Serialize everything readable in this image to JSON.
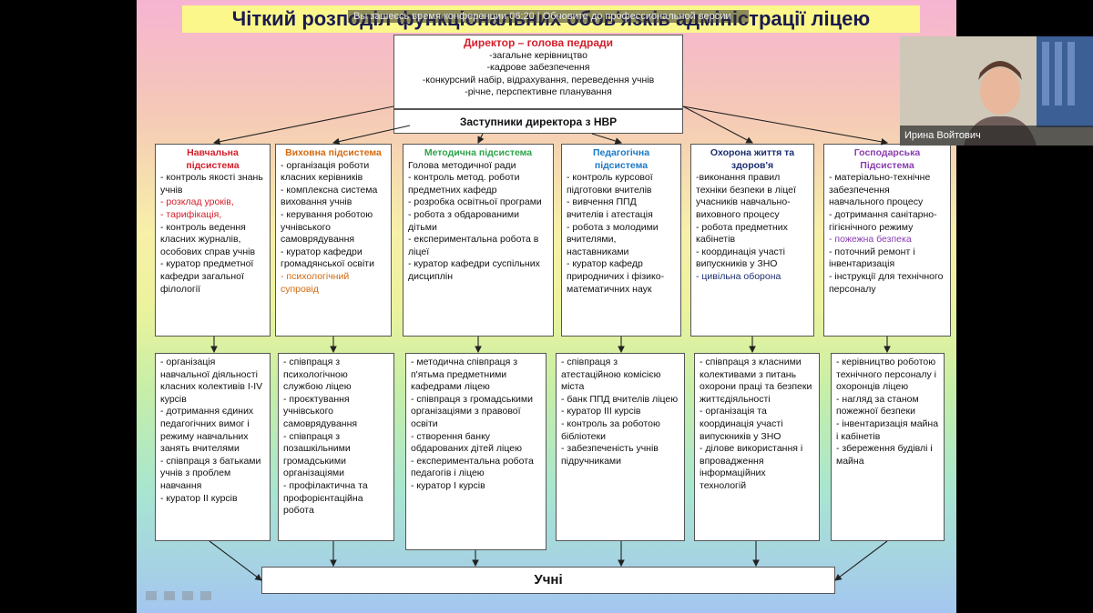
{
  "slide": {
    "title": "Чіткий розподіл функціональних обов'язків адміністрації ліцею",
    "overlay_banner": "Вы зашеєсь время конференции 06:20 | Обновите до профессиональной версии"
  },
  "director": {
    "title": "Директор – голова педради",
    "lines": [
      "-загальне керівництво",
      "-кадрове забезпечення",
      "-конкурсний набір, відрахування, переведення учнів",
      "-річне, перспективне планування"
    ]
  },
  "deputies": "Заступники директора з НВР",
  "top_boxes": [
    {
      "title": "Навчальна підсистема",
      "lines": [
        "- контроль якості знань учнів",
        "- розклад уроків,",
        "- тарифікація,",
        "- контроль ведення класних журналів, особових справ учнів",
        "- куратор предметної кафедри загальної філології"
      ]
    },
    {
      "title": "Виховна підсистема",
      "lines": [
        "- організація роботи класних керівників",
        "- комплексна система виховання учнів",
        "- керування роботою учнівського самоврядування",
        "- куратор кафедри громадянської освіти",
        "- психологічний супровід"
      ]
    },
    {
      "title": "Методична підсистема",
      "lines": [
        "Голова методичної ради",
        "- контроль метод. роботи предметних кафедр",
        "- розробка освітньої програми",
        "- робота з обдарованими дітьми",
        "- експериментальна робота в ліцеї",
        "- куратор кафедри суспільних дисциплін"
      ]
    },
    {
      "title": "Педагогічна підсистема",
      "lines": [
        "- контроль курсової підготовки вчителів",
        "- вивчення ППД вчителів і атестація",
        "- робота з молодими вчителями, наставниками",
        "- куратор кафедр природничих і фізико-математичних наук"
      ]
    },
    {
      "title": "Охорона життя та здоров'я",
      "lines": [
        "-виконання правил техніки безпеки в ліцеї учасників навчально-виховного процесу",
        "- робота предметних кабінетів",
        "- координація участі випускників у ЗНО",
        "- цивільна оборона"
      ]
    },
    {
      "title": "Господарська Підсистема",
      "lines": [
        "- матеріально-технічне забезпечення навчального процесу",
        "- дотримання санітарно-гігієнічного режиму",
        "- пожежна безпека",
        "- поточний ремонт і інвентаризація",
        "- інструкції для технічного персоналу"
      ]
    }
  ],
  "bottom_boxes": [
    {
      "lines": [
        "- організація навчальної діяльності класних колективів I-IV курсів",
        "- дотримання єдиних педагогічних вимог і режиму навчальних занять вчителями",
        "- співпраця з батьками учнів з проблем навчання",
        "- куратор II курсів"
      ]
    },
    {
      "lines": [
        "- співпраця з психологічною службою ліцею",
        "- проєктування учнівського самоврядування",
        "- співпраця з позашкільними громадськими організаціями",
        "- профілактична та профорієнтаційна робота"
      ]
    },
    {
      "lines": [
        "- методична співпраця з п'ятьма предметними кафедрами ліцею",
        "- співпраця з громадськими організаціями з правової освіти",
        "- створення банку обдарованих дітей ліцею",
        "- експериментальна робота педагогів і ліцею",
        "- куратор I курсів"
      ]
    },
    {
      "lines": [
        "- співпраця з атестаційною комісією міста",
        "- банк ППД вчителів ліцею",
        "- куратор III курсів",
        "- контроль за роботою бібліотеки",
        "- забезпеченість учнів підручниками"
      ]
    },
    {
      "lines": [
        "- співпраця з класними колективами з питань охорони праці та безпеки життєдіяльності",
        "- організація та координація участі випускників у ЗНО",
        "- ділове використання і впровадження інформаційних технологій"
      ]
    },
    {
      "lines": [
        "- керівництво роботою технічного персоналу і охоронців ліцею",
        "- нагляд за станом пожежної безпеки",
        "- інвентаризація майна і кабінетів",
        "- збереження будівлі і майна"
      ]
    }
  ],
  "students": "Учні",
  "webcam": {
    "name": "Ирина Войтович"
  }
}
